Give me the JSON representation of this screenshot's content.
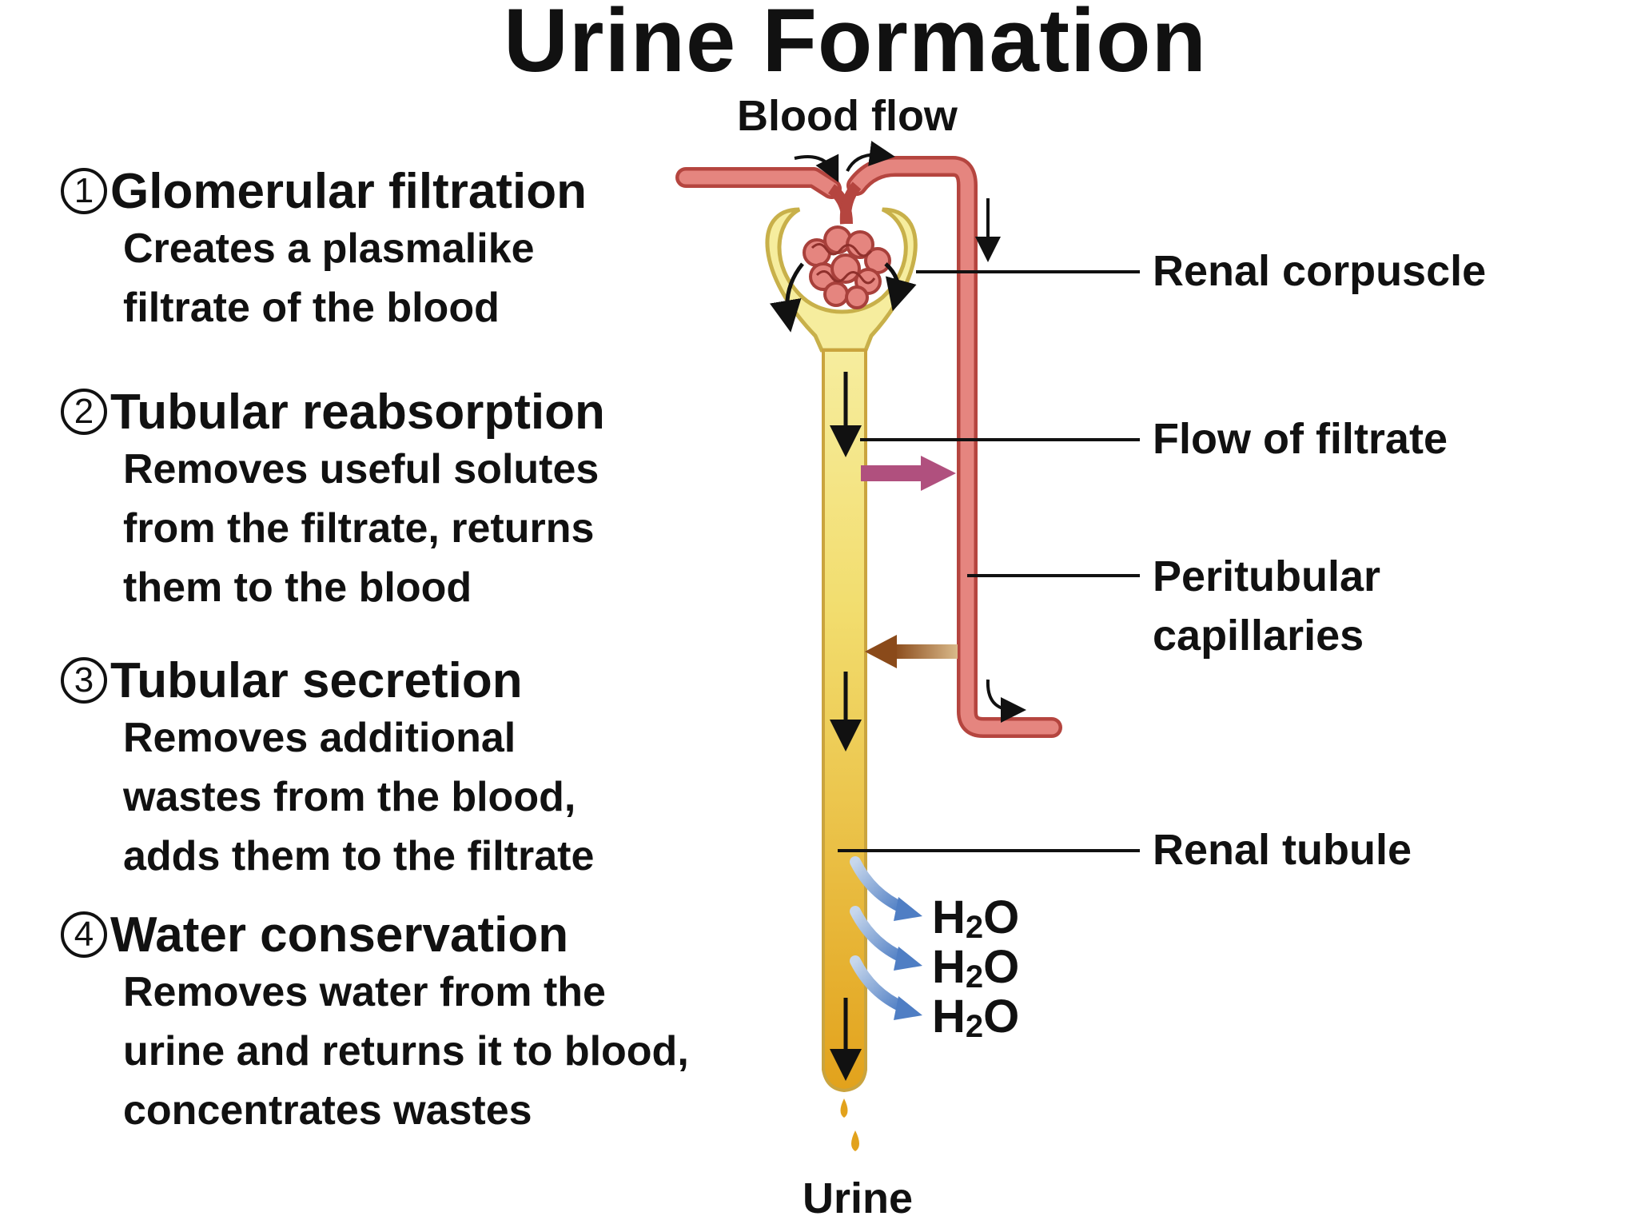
{
  "title": "Urine Formation",
  "blood_flow_label": "Blood flow",
  "urine_label": "Urine",
  "steps": [
    {
      "number": "1",
      "title": "Glomerular filtration",
      "lines": [
        "Creates a plasmalike",
        "filtrate of the blood"
      ]
    },
    {
      "number": "2",
      "title": "Tubular reabsorption",
      "lines": [
        "Removes useful solutes",
        "from the filtrate, returns",
        "them to the blood"
      ]
    },
    {
      "number": "3",
      "title": "Tubular secretion",
      "lines": [
        "Removes additional",
        "wastes from the blood,",
        "adds them to the filtrate"
      ]
    },
    {
      "number": "4",
      "title": "Water conservation",
      "lines": [
        "Removes water from the",
        "urine and returns it to blood,",
        "concentrates wastes"
      ]
    }
  ],
  "structure_labels": {
    "renal_corpuscle": "Renal corpuscle",
    "flow_of_filtrate": "Flow of filtrate",
    "peritubular_1": "Peritubular",
    "peritubular_2": "capillaries",
    "renal_tubule": "Renal tubule"
  },
  "water": {
    "base": "H",
    "sub": "2",
    "tail": "O"
  },
  "colors": {
    "capillary_fill": "#e07f7c",
    "capillary_outline": "#b5453f",
    "tubule_light": "#f5e79a",
    "tubule_dark": "#e5a820",
    "reabsorption_arrow": "#b0507e",
    "secretion_arrow": "#8a4a1a",
    "water_arrow": "#5b86c6"
  }
}
